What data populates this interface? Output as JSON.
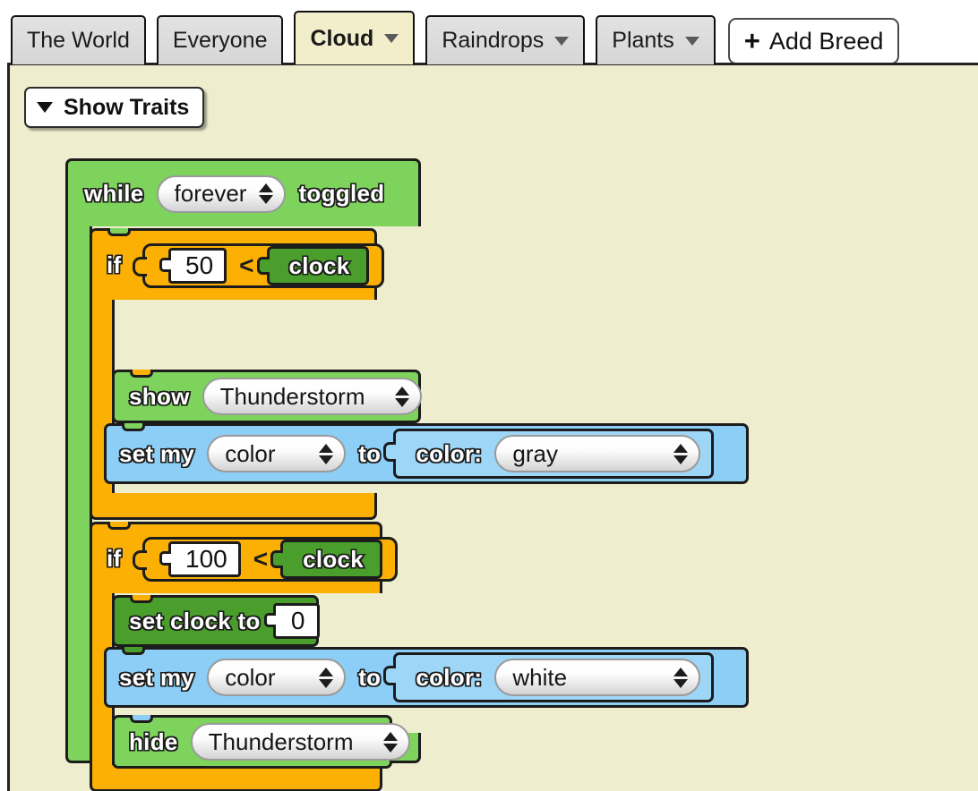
{
  "tabs": [
    {
      "label": "The World",
      "has_caret": false,
      "active": false
    },
    {
      "label": "Everyone",
      "has_caret": false,
      "active": false
    },
    {
      "label": "Cloud",
      "has_caret": true,
      "active": true
    },
    {
      "label": "Raindrops",
      "has_caret": true,
      "active": false
    },
    {
      "label": "Plants",
      "has_caret": true,
      "active": false
    }
  ],
  "add_breed": {
    "plus": "+",
    "label": "Add Breed"
  },
  "toolbar": {
    "show_traits_label": "Show Traits"
  },
  "colors": {
    "page_background": "#EEEDCD",
    "tab_inactive": "#DCDCDC",
    "tab_active": "#F2EECB",
    "block_green": "#7ED35C",
    "block_orange": "#FBB003",
    "block_blue": "#8CCEF5",
    "block_dark_green": "#4A9E2B",
    "reporter_blue": "#9ED6F7",
    "outline": "#1C1C1C"
  },
  "script": {
    "while_block": {
      "keyword": "while",
      "condition_value": "forever",
      "suffix": "toggled"
    },
    "if_block_1": {
      "keyword": "if",
      "left_value": "50",
      "operator": "<",
      "right_reporter": "clock",
      "body": [
        {
          "type": "show",
          "keyword": "show",
          "value": "Thunderstorm"
        },
        {
          "type": "set-my",
          "keyword": "set my",
          "property": "color",
          "to": "to",
          "reporter_label": "color:",
          "reporter_value": "gray"
        }
      ]
    },
    "if_block_2": {
      "keyword": "if",
      "left_value": "100",
      "operator": "<",
      "right_reporter": "clock",
      "body": [
        {
          "type": "set-clock",
          "keyword": "set clock to",
          "value": "0"
        },
        {
          "type": "set-my",
          "keyword": "set my",
          "property": "color",
          "to": "to",
          "reporter_label": "color:",
          "reporter_value": "white"
        },
        {
          "type": "hide",
          "keyword": "hide",
          "value": "Thunderstorm"
        }
      ]
    }
  }
}
